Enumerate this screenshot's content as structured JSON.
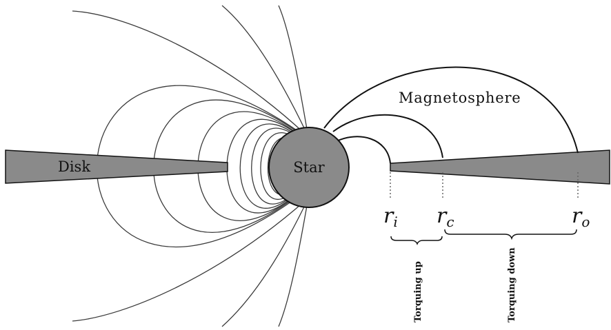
{
  "labels": {
    "disk": "Disk",
    "star": "Star",
    "magnetosphere": "Magnetosphere",
    "r_i_base": "r",
    "r_i_sub": "i",
    "r_c_base": "r",
    "r_c_sub": "c",
    "r_o_base": "r",
    "r_o_sub": "o",
    "torquing_up": "Torquing up",
    "torquing_down": "Torquing down"
  },
  "colors": {
    "fill_gray": "#8a8a8a",
    "line": "#111111",
    "field_line": "#3a3a3a",
    "dotted": "#666666",
    "background": "#ffffff"
  }
}
